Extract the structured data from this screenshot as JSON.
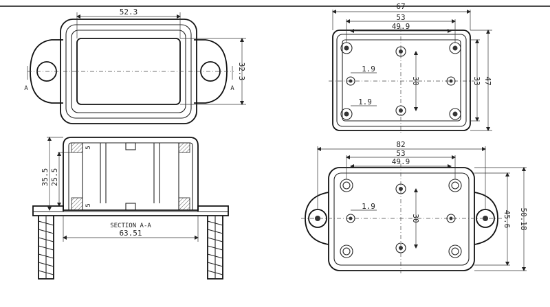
{
  "front_view": {
    "width_label": "52.3",
    "height_label": "32.3",
    "section_marker": "A"
  },
  "section_view": {
    "title": "SECTION A-A",
    "width_label": "63.51",
    "outer_height_label": "35.5",
    "inner_height_label": "25.5",
    "wall_label": "5"
  },
  "top_view": {
    "overall_width_label": "67",
    "inner_width_label": "53",
    "boss_spacing_label": "49.9",
    "boss_offset_label": "1.9",
    "boss_vertical_label": "30",
    "inner_height_label": "33",
    "outer_height_label": "47"
  },
  "bottom_view": {
    "overall_width_label": "82",
    "inner_width_label": "53",
    "boss_spacing_label": "49.9",
    "boss_offset_label": "1.9",
    "boss_vertical_label": "30",
    "inner_height_label": "45.6",
    "outer_height_label": "50.18"
  }
}
